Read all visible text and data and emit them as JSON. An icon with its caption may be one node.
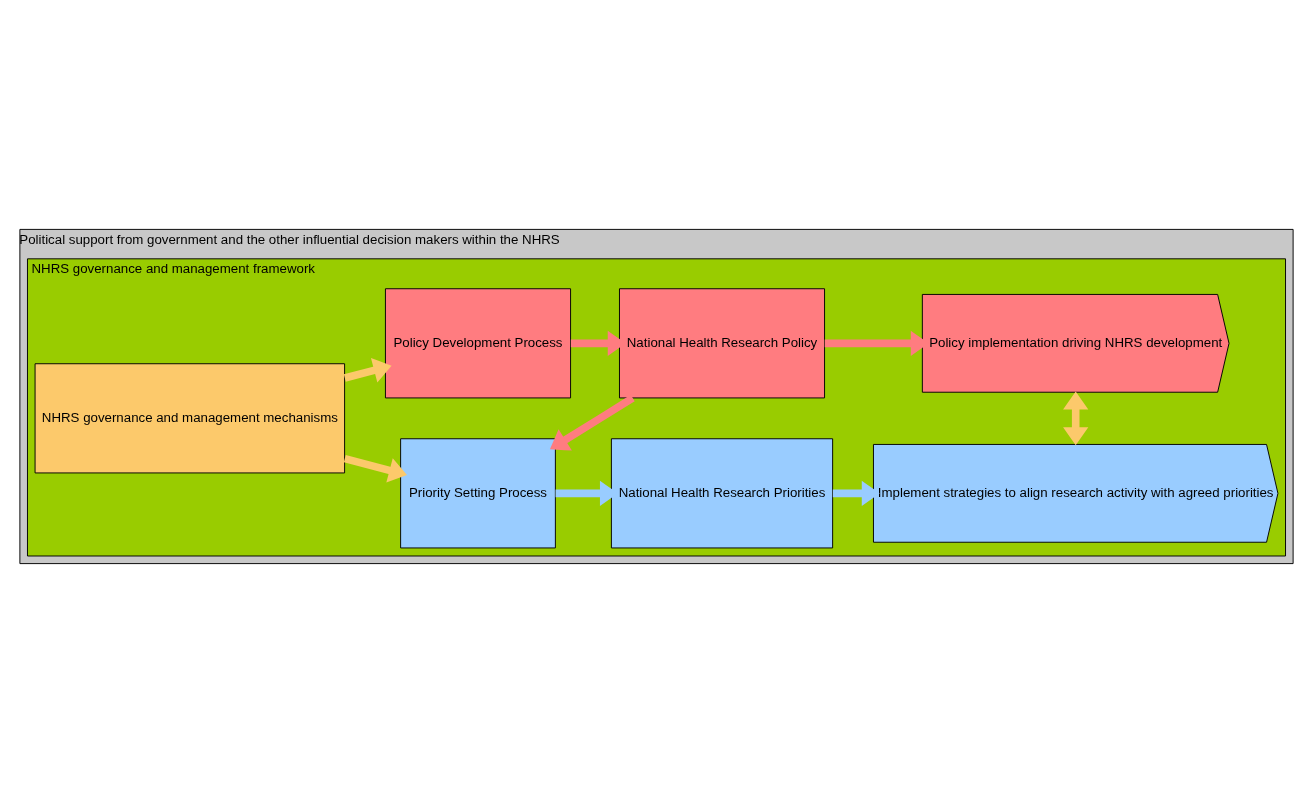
{
  "diagram": {
    "nodes": [
      {
        "text": [
          "Political support from government and the other influential decision makers within the NHRS"
        ]
      },
      {
        "text": [
          "NHRS governance and management framework"
        ],
        "in": 0
      },
      {
        "text": [
          "NHRS governance and management mechanisms"
        ],
        "in": 1
      },
      {
        "text": [
          "Priority Setting Process"
        ],
        "in": 1
      },
      {
        "text": [
          "National Health Research Priorities"
        ],
        "in": 1
      },
      {
        "text": [
          "Implement strategies to align research activity with agreed priorities"
        ],
        "in": 1
      },
      {
        "text": [
          "Policy Development Process"
        ],
        "in": 1
      },
      {
        "text": [
          "National Health Research Policy"
        ],
        "in": 1
      },
      {
        "text": [
          "Policy implementation driving NHRS development"
        ],
        "in": 1
      }
    ],
    "edges": [
      {
        "from": 2,
        "to": 3,
        "arrow": "to",
        "color": "#fcc96b"
      },
      {
        "from": 3,
        "to": 4,
        "arrow": "to",
        "color": "#99ccff"
      },
      {
        "from": 4,
        "to": 5,
        "arrow": "to",
        "color": "#99ccff"
      },
      {
        "from": 2,
        "to": 6,
        "arrow": "to",
        "color": "#fcc96b"
      },
      {
        "from": 6,
        "to": 7,
        "arrow": "to",
        "color": "#ff7c80"
      },
      {
        "from": 7,
        "to": 8,
        "arrow": "to",
        "color": "#ff7c80"
      },
      {
        "from": 7,
        "to": 3,
        "arrow": "to",
        "color": "#ff7c80"
      },
      {
        "from": 5,
        "to": 8,
        "arrow": "both",
        "color": "#fcc96b"
      }
    ]
  }
}
